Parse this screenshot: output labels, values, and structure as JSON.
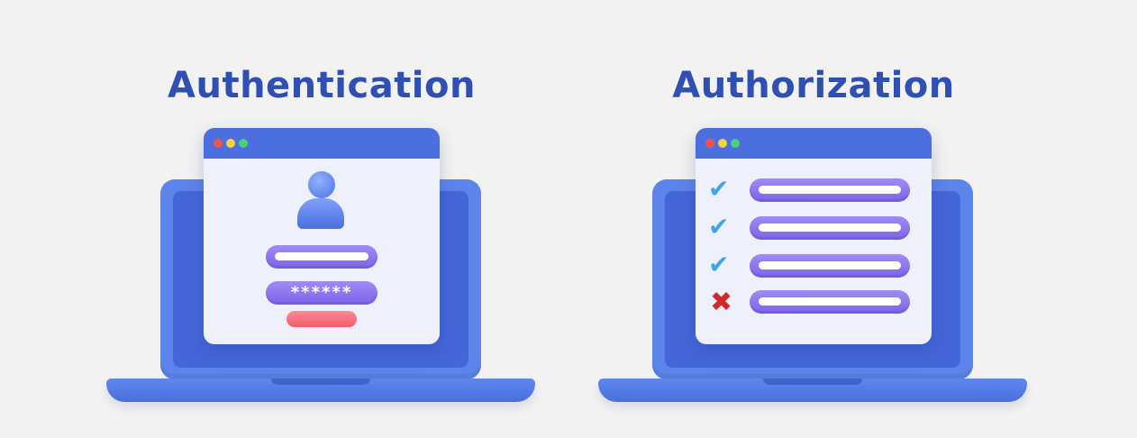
{
  "authentication": {
    "title": "Authentication",
    "password_mask": "******"
  },
  "authorization": {
    "title": "Authorization",
    "permissions": [
      {
        "status": "allowed",
        "icon": "check-icon"
      },
      {
        "status": "allowed",
        "icon": "check-icon"
      },
      {
        "status": "allowed",
        "icon": "check-icon"
      },
      {
        "status": "denied",
        "icon": "cross-icon"
      }
    ]
  },
  "colors": {
    "title": "#2f4fb3",
    "laptop": "#5d84ea",
    "titlebar": "#4b6fde",
    "pill": "#8e74f0",
    "check": "#3fa5ea",
    "cross": "#cf2a2a",
    "login_button": "#f56a78"
  }
}
